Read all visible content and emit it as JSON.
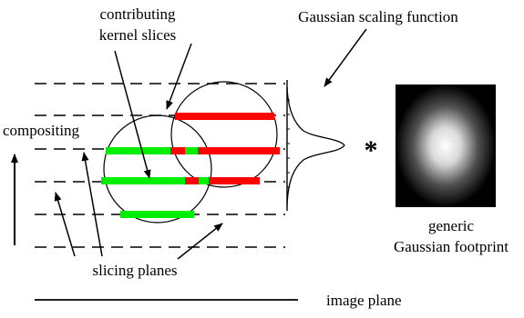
{
  "labels": {
    "contributing_line1": "contributing",
    "contributing_line2": "kernel slices",
    "gaussian_function": "Gaussian scaling function",
    "compositing": "compositing",
    "operator": "*",
    "footprint_line1": "generic",
    "footprint_line2": "Gaussian footprint",
    "slicing_planes": "slicing planes",
    "image_plane": "image plane"
  },
  "colors": {
    "contributing": "#ff0000",
    "non_contributing": "#00ee00",
    "lines": "#000000",
    "footprint_bg": "#000000",
    "footprint_glow": "#ffffff"
  }
}
